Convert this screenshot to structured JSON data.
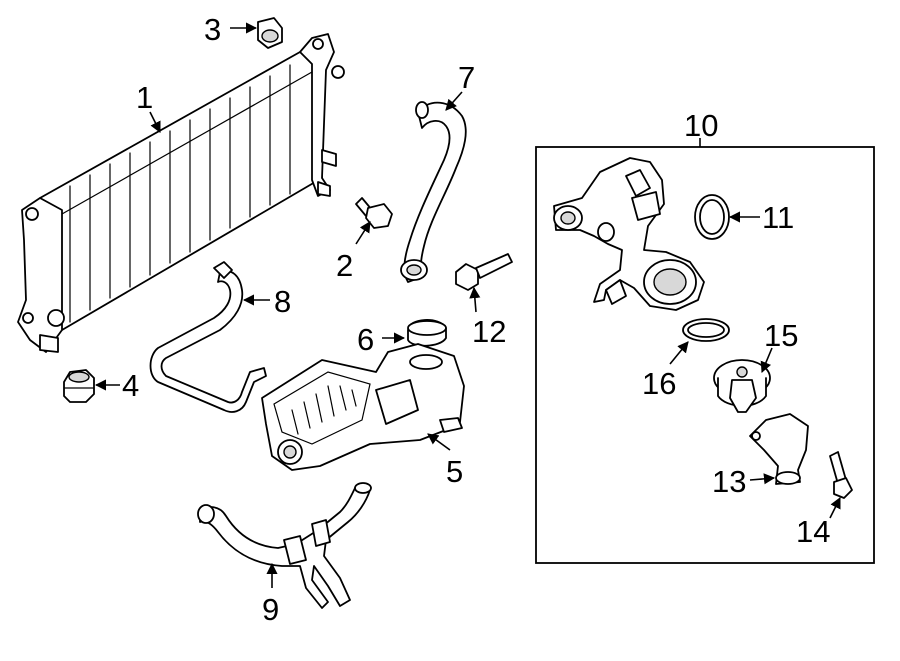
{
  "diagram": {
    "callouts": {
      "c1": "1",
      "c2": "2",
      "c3": "3",
      "c4": "4",
      "c5": "5",
      "c6": "6",
      "c7": "7",
      "c8": "8",
      "c9": "9",
      "c10": "10",
      "c11": "11",
      "c12": "12",
      "c13": "13",
      "c14": "14",
      "c15": "15",
      "c16": "16"
    },
    "stroke_color": "#000000",
    "background_color": "#ffffff"
  }
}
